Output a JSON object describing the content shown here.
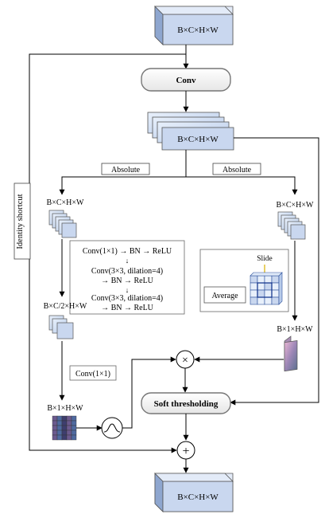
{
  "tensors": {
    "input": "B×C×H×W",
    "conv_out": "B×C×H×W",
    "left_abs": "B×C×H×W",
    "right_abs": "B×C×H×W",
    "left_half": "B×C/2×H×W",
    "right_pool": "B×1×H×W",
    "left_one": "B×1×H×W",
    "output": "B×C×H×W"
  },
  "blocks": {
    "conv": "Conv",
    "soft_thresholding": "Soft thresholding",
    "conv1x1": "Conv(1×1)"
  },
  "labels": {
    "identity_shortcut": "Identity shortcut",
    "absolute_left": "Absolute",
    "absolute_right": "Absolute",
    "slide": "Slide",
    "average": "Average"
  },
  "conv_stack_lines": [
    "Conv(1×1) → BN → ReLU",
    "↓",
    "Conv(3×3, dilation=4)",
    "→ BN → ReLU",
    "↓",
    "Conv(3×3, dilation=4)",
    "→ BN → ReLU"
  ],
  "ops": {
    "multiply": "×",
    "add": "+"
  },
  "colors": {
    "cube_front": "#c9d7ef",
    "cube_top": "#e3ebf8",
    "cube_side": "#8ea6cf",
    "block_fill": "#f2f2f2",
    "line": "#000000"
  }
}
